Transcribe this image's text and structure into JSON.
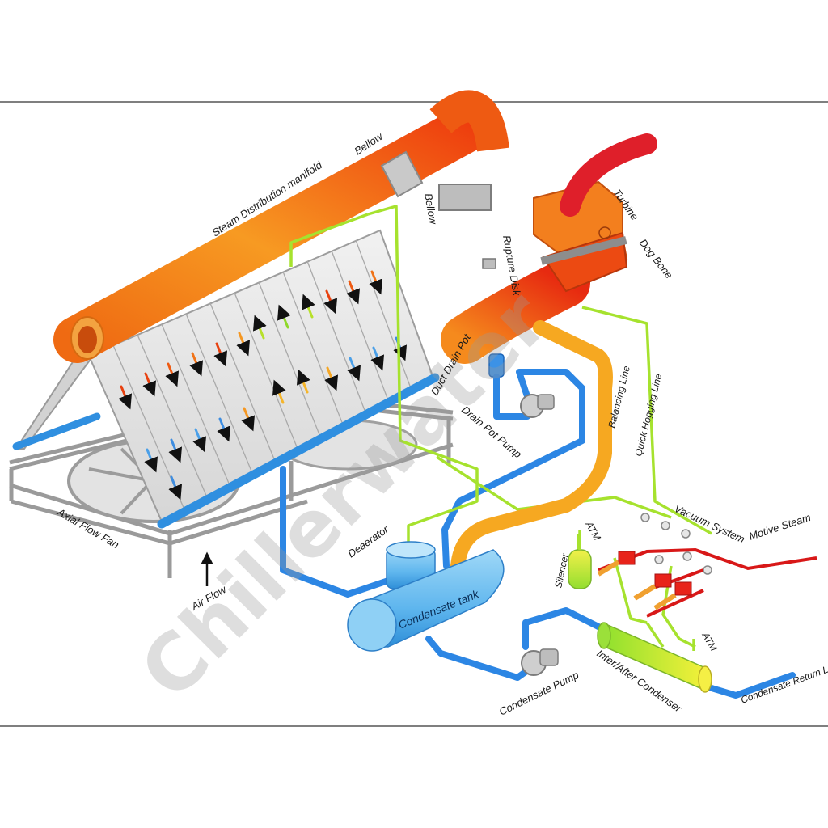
{
  "labels": {
    "steam_manifold": "Steam Distribution manifold",
    "bellow_top": "Bellow",
    "bellow_vertical": "Bellow",
    "rupture_disk": "Rupture Disk",
    "turbine": "Turbine",
    "dog_bone": "Dog Bone",
    "duct_drain_pot": "Duct Drain Pot",
    "drain_pot_pump": "Drain Pot Pump",
    "balancing_line": "Balancing Line",
    "quick_hogging_line": "Quick Hogging Line",
    "vacuum_system": "Vacuum System",
    "motive_steam": "Motive Steam",
    "atm_silencer": "ATM",
    "silencer": "Silencer",
    "atm_condenser": "ATM",
    "deaerator": "Deaerator",
    "condensate_tank": "Condensate tank",
    "condensate_pump": "Condensate Pump",
    "inter_after_condenser": "Inter/After Condenser",
    "condensate_return_line": "Condensate Return Line",
    "axial_flow_fan": "Axial Flow Fan",
    "air_flow": "Air Flow"
  },
  "watermark": "Chillerwater",
  "colors": {
    "steam_hot": "#e8280f",
    "steam_warm": "#f7931e",
    "condensate": "#1e7fe0",
    "green_line": "#a6e22e",
    "red_line": "#d81818"
  }
}
